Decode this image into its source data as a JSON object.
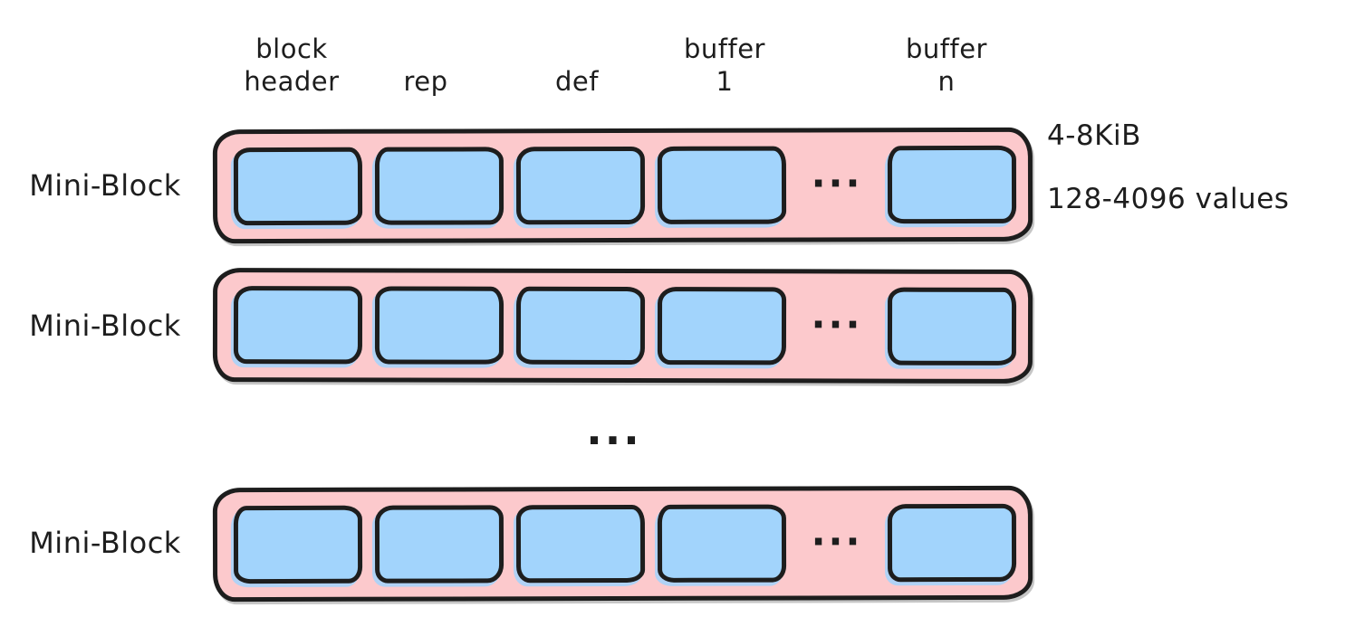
{
  "diagram": {
    "column_headers": [
      {
        "label": "block\nheader"
      },
      {
        "label": "rep"
      },
      {
        "label": "def"
      },
      {
        "label": "buffer\n1"
      },
      {
        "label": "buffer\nn"
      }
    ],
    "rows": [
      {
        "label": "Mini-Block"
      },
      {
        "label": "Mini-Block"
      },
      {
        "label": "Mini-Block"
      }
    ],
    "buffers_ellipsis": "...",
    "rows_ellipsis": "...",
    "annotations": {
      "block_size": "4-8KiB",
      "value_count": "128-4096 values"
    },
    "colors": {
      "block_fill": "#FCC9CC",
      "buffer_fill": "#A2D4FC",
      "stroke": "#1D1D1D",
      "background": "#FFFFFF"
    }
  }
}
